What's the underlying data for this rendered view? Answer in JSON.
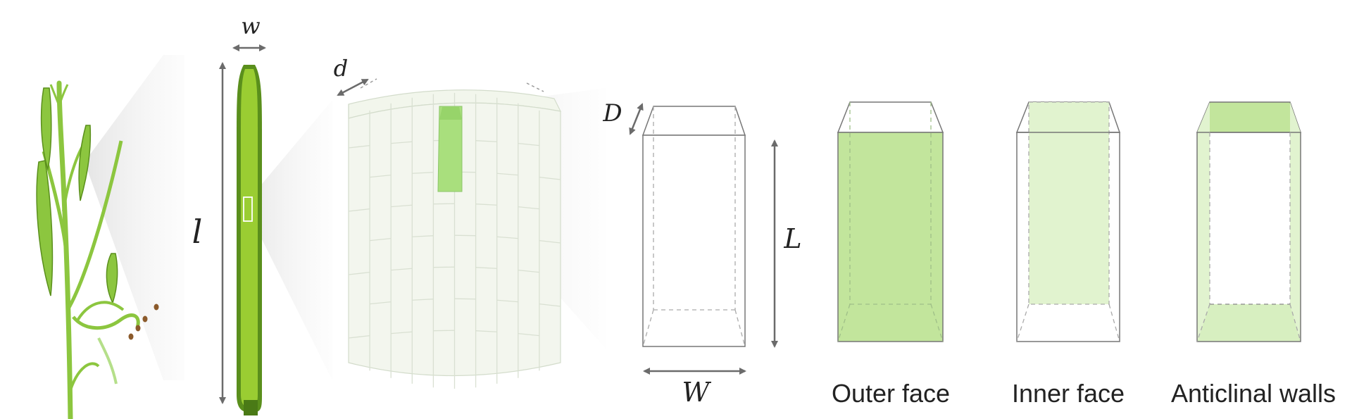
{
  "labels": {
    "pod_width": "w",
    "pod_length": "l",
    "tissue_depth": "d",
    "cell_depth": "D",
    "cell_length": "L",
    "cell_width": "W"
  },
  "captions": {
    "outer": "Outer face",
    "inner": "Inner face",
    "anticlinal": "Anticlinal walls"
  },
  "colors": {
    "stem": "#8cc63f",
    "pod_dark": "#5a8f1c",
    "pod": "#9acd32",
    "seed": "#8b5a2b",
    "tissue": "#f3f6ee",
    "highlight": "#a9df7d",
    "face_strong": "#c2e59c",
    "face_light": "#e1f3cf",
    "outline": "#888888",
    "arrow": "#6b6b6b"
  }
}
